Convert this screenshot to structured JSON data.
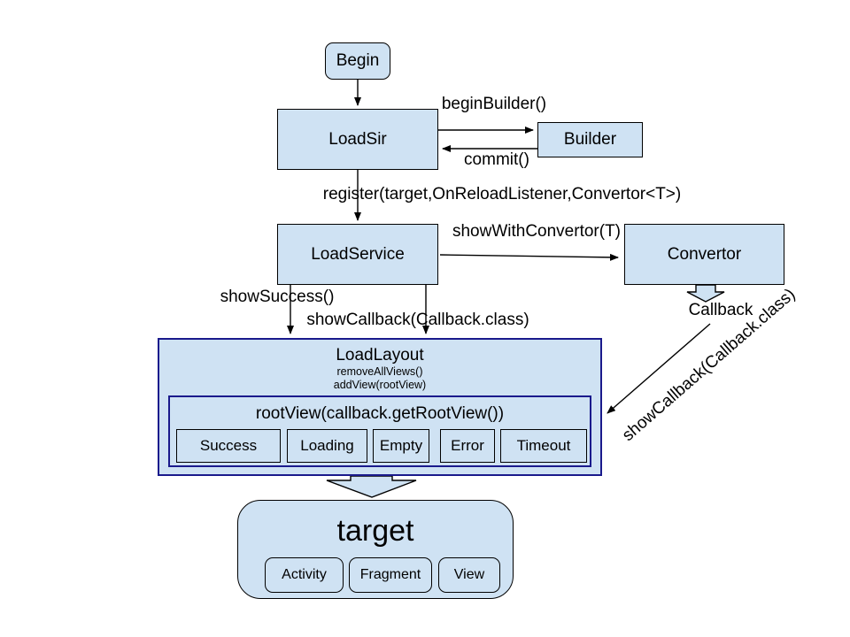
{
  "colors": {
    "box_fill": "#cfe2f3",
    "box_border": "#000000",
    "layout_border": "#1a1a8c"
  },
  "nodes": {
    "begin": "Begin",
    "loadsir": "LoadSir",
    "builder": "Builder",
    "loadservice": "LoadService",
    "convertor": "Convertor",
    "loadlayout_title": "LoadLayout",
    "loadlayout_line1": "removeAllViews()",
    "loadlayout_line2": "addView(rootView)",
    "rootview": "rootView(callback.getRootView())",
    "callback_views": [
      "Success",
      "Loading",
      "Empty",
      "Error",
      "Timeout"
    ],
    "target_title": "target",
    "target_children": [
      "Activity",
      "Fragment",
      "View"
    ]
  },
  "edges": {
    "begin_builder": "beginBuilder()",
    "commit": "commit()",
    "register": "register(target,OnReloadListener,Convertor<T>)",
    "show_with_convertor": "showWithConvertor(T)",
    "show_success": "showSuccess()",
    "show_callback": "showCallback(Callback.class)",
    "callback": "Callback",
    "show_callback_diagonal": "showCallback(Callback.class)"
  }
}
